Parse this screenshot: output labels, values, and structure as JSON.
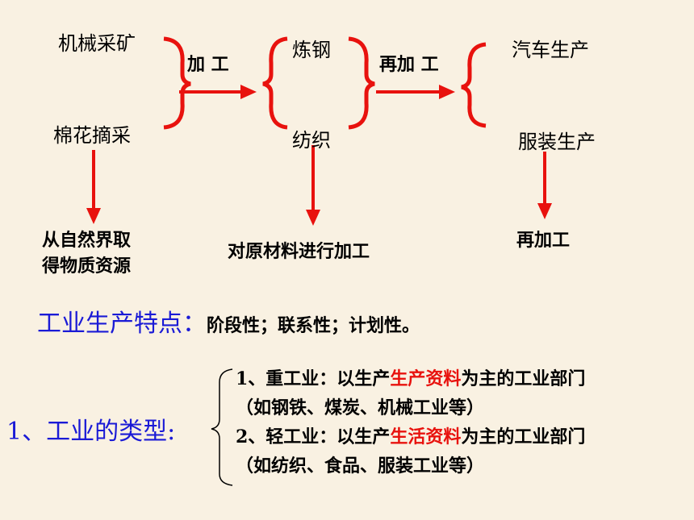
{
  "diagram": {
    "sources": {
      "top": "机械采矿",
      "bottom": "棉花摘采"
    },
    "step1_label": "加 工",
    "intermediate": {
      "top": "炼钢",
      "bottom": "纺织"
    },
    "step2_label": "再加 工",
    "products": {
      "top": "汽车生产",
      "bottom": "服装生产"
    },
    "annotations": {
      "stage1": [
        "从自然界取",
        "得物质资源"
      ],
      "stage2": "对原材料进行加工",
      "stage3": "再加工"
    }
  },
  "features": {
    "label": "工业生产特点：",
    "text": "阶段性；联系性；计划性。"
  },
  "types": {
    "label": "1、工业的类型:",
    "heavy": {
      "prefix": "1、重工业：以生产",
      "highlight": "生产资料",
      "suffix": "为主的工业部门",
      "examples": "（如钢铁、煤炭、机械工业等）"
    },
    "light": {
      "prefix": "2、轻工业：以生产",
      "highlight": "生活资料",
      "suffix": "为主的工业部门",
      "examples": "（如纺织、食品、服装工业等）"
    }
  },
  "colors": {
    "arrow": "#e8120e",
    "brace": "#e8120e",
    "heading": "#1a1ad6",
    "background": "#f9f1e2"
  }
}
